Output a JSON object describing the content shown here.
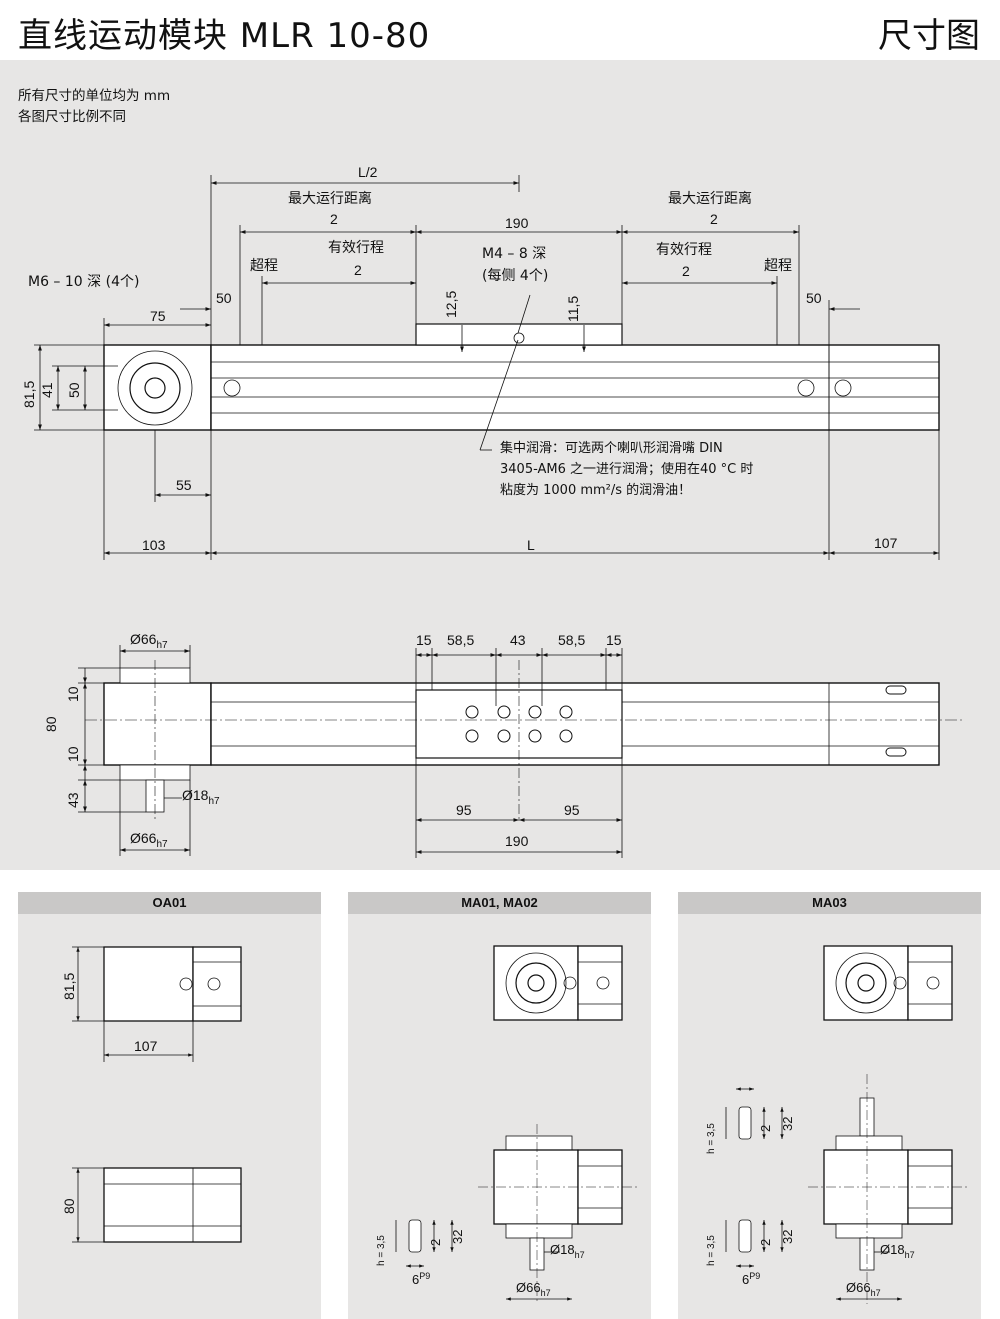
{
  "header": {
    "title": "直线运动模块   MLR 10-80",
    "title_right": "尺寸图"
  },
  "notes": [
    "所有尺寸的单位均为 mm",
    "各图尺寸比例不同"
  ],
  "top_view": {
    "dim_L_half": "L/2",
    "max_travel": "最大运行距离",
    "two": "2",
    "dim_190": "190",
    "eff_stroke": "有效行程",
    "over_travel": "超程",
    "m4": "M4 – 8 深",
    "m4_sub": "(每侧 4个)",
    "m6": "M6 – 10 深 (4个)",
    "d50": "50",
    "d75": "75",
    "d12_5": "12,5",
    "d11_5": "11,5",
    "d81_5": "81,5",
    "d41": "41",
    "d50v": "50",
    "d55": "55",
    "d103": "103",
    "dL": "L",
    "d107": "107",
    "lub1": "集中润滑：可选两个喇叭形润滑嘴 DIN",
    "lub2": "3405-AM6 之一进行润滑；使用在40 °C 时",
    "lub3": "粘度为 1000 mm²/s 的润滑油！"
  },
  "side_view": {
    "d66": "Ø66",
    "h7": "h7",
    "d18": "Ø18",
    "d15a": "15",
    "d58a": "58,5",
    "d43": "43",
    "d58b": "58,5",
    "d15b": "15",
    "d10a": "10",
    "d80": "80",
    "d10b": "10",
    "d43v": "43",
    "d95a": "95",
    "d95b": "95",
    "d190": "190"
  },
  "panels": [
    {
      "label": "OA01",
      "d81_5": "81,5",
      "d107": "107",
      "d80": "80"
    },
    {
      "label": "MA01, MA02",
      "h": "h = 3,5",
      "d6": "6",
      "p9": "P9",
      "d2": "2",
      "d32": "32",
      "d18": "Ø18",
      "d66": "Ø66",
      "h7": "h7"
    },
    {
      "label": "MA03",
      "h": "h = 3,5",
      "d6": "6",
      "p9": "P9",
      "d2": "2",
      "d32": "32",
      "d18": "Ø18",
      "d66": "Ø66",
      "h7": "h7"
    }
  ]
}
